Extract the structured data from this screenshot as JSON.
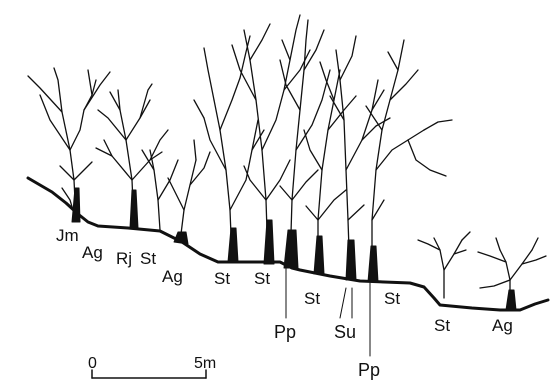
{
  "species_labels": {
    "jm": "Jm",
    "ag_slope": "Ag",
    "rj": "Rj",
    "st_1": "St",
    "ag_2": "Ag",
    "st_2": "St",
    "st_3": "St",
    "pp_1": "Pp",
    "st_4": "St",
    "su": "Su",
    "pp_2": "Pp",
    "st_5": "St",
    "st_6": "St",
    "ag_3": "Ag"
  },
  "scale_bar": {
    "start_label": "0",
    "end_label": "5m"
  },
  "colors": {
    "ink": "#111111",
    "background": "#ffffff"
  }
}
